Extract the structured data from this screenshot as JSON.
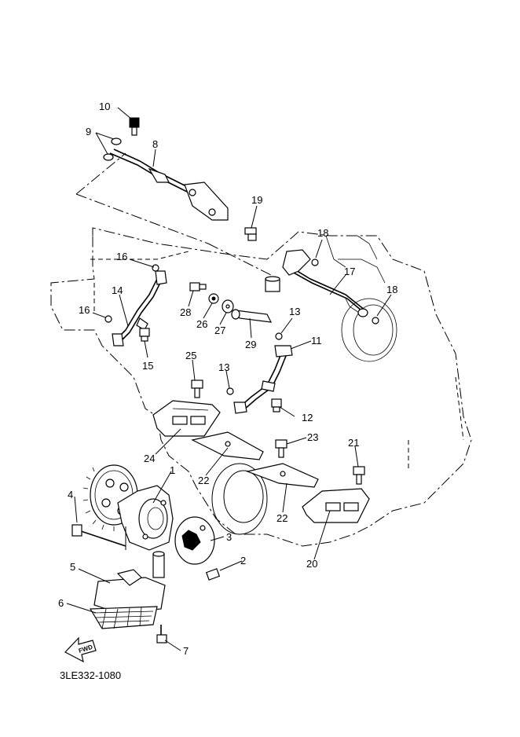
{
  "diagram": {
    "part_labels": {
      "p1": "1",
      "p2": "2",
      "p3": "3",
      "p4": "4",
      "p5": "5",
      "p6": "6",
      "p7": "7",
      "p8": "8",
      "p9": "9",
      "p10": "10",
      "p11": "11",
      "p12": "12",
      "p13a": "13",
      "p13b": "13",
      "p14": "14",
      "p15": "15",
      "p16a": "16",
      "p16b": "16",
      "p17": "17",
      "p18a": "18",
      "p18b": "18",
      "p19": "19",
      "p20": "20",
      "p21": "21",
      "p22a": "22",
      "p22b": "22",
      "p23": "23",
      "p24": "24",
      "p25": "25",
      "p26": "26",
      "p27": "27",
      "p28": "28",
      "p29": "29"
    },
    "fwd_label": "FWD",
    "drawing_code": "3LE332-1080"
  }
}
